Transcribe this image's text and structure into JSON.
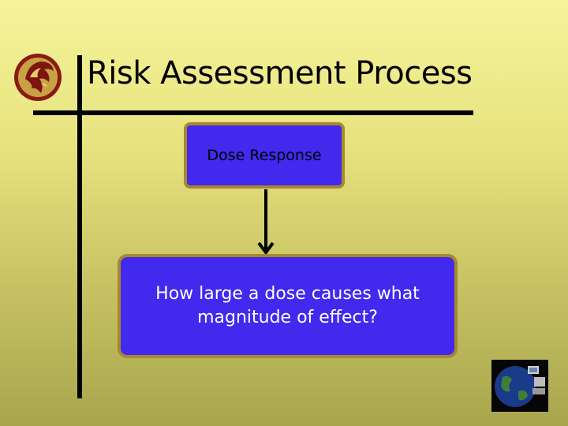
{
  "slide": {
    "title": "Risk Assessment Process",
    "box_top_label": "Dose Response",
    "box_bottom_label": "How large a dose causes what magnitude of effect?"
  },
  "colors": {
    "box_fill": "#4229ee",
    "box_border": "#a7882e",
    "lines": "#000000"
  },
  "icons": {
    "logo": "pegasus-logo-icon",
    "corner": "globe-computer-icon"
  }
}
